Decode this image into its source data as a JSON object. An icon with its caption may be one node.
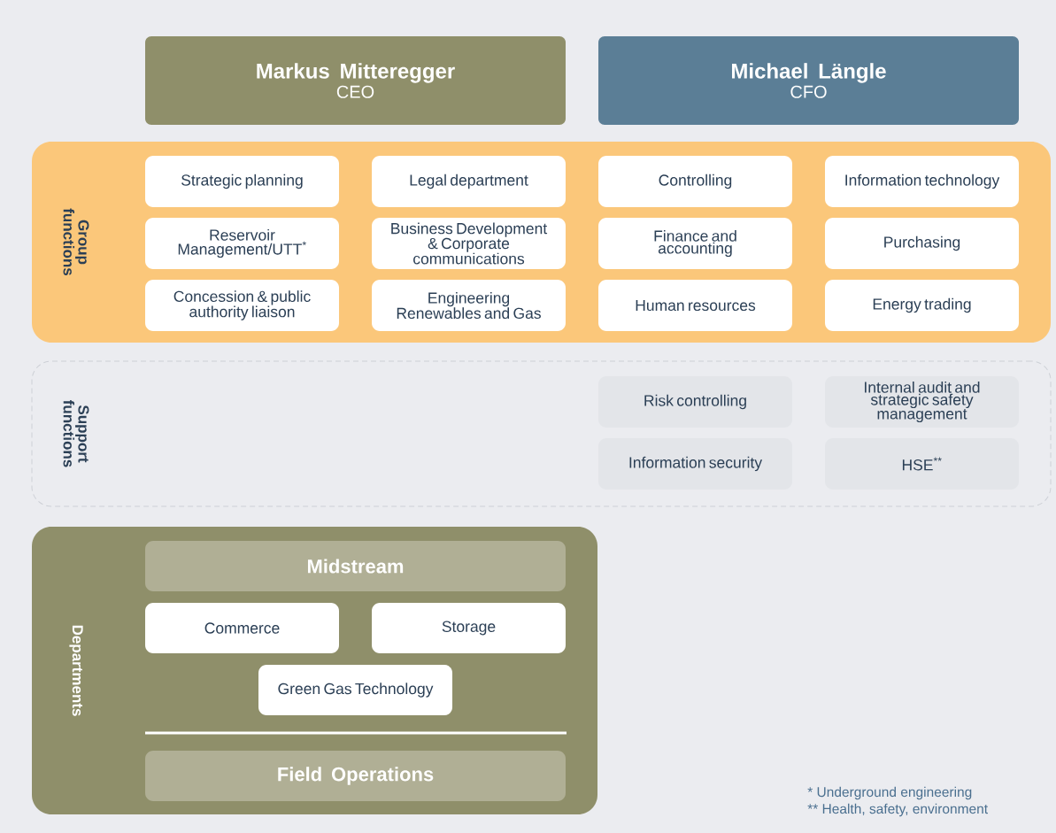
{
  "diagram": {
    "nodes": [
      {
        "text": [
          "Markus Mitteregger",
          "CEO"
        ]
      },
      {
        "text": [
          "Michael Längle",
          "CFO"
        ]
      },
      {
        "text": [
          "Group functions"
        ]
      },
      {
        "text": [
          "Strategic planning"
        ],
        "in": 2
      },
      {
        "text": [
          "Legal department"
        ],
        "in": 2
      },
      {
        "text": [
          "Controlling"
        ],
        "in": 2
      },
      {
        "text": [
          "Information technology"
        ],
        "in": 2
      },
      {
        "text": [
          "Reservoir Management/UTT$^{*}$"
        ],
        "in": 2
      },
      {
        "text": [
          "Business Development & Corporate communications"
        ],
        "in": 2
      },
      {
        "text": [
          "Finance and accounting"
        ],
        "in": 2
      },
      {
        "text": [
          "Purchasing"
        ],
        "in": 2
      },
      {
        "text": [
          "Concession & public authority liaison"
        ],
        "in": 2
      },
      {
        "text": [
          "Engineering Renewables and Gas"
        ],
        "in": 2
      },
      {
        "text": [
          "Human resources"
        ],
        "in": 2
      },
      {
        "text": [
          "Energy trading"
        ],
        "in": 2
      },
      {
        "text": [
          "Support functions"
        ]
      },
      {
        "text": [
          "Risk controlling"
        ],
        "in": 15
      },
      {
        "text": [
          "Internal audit and strategic safety management"
        ],
        "in": 15
      },
      {
        "text": [
          "Information security"
        ],
        "in": 15
      },
      {
        "text": [
          "HSE$^{**}$"
        ],
        "in": 15
      },
      {
        "text": [
          "Departments"
        ]
      },
      {
        "text": [
          "Midstream"
        ],
        "in": 20
      },
      {
        "text": [
          "Commerce"
        ],
        "in": 20
      },
      {
        "text": [
          "Storage"
        ],
        "in": 20
      },
      {
        "text": [
          "Green Gas Technology"
        ],
        "in": 20
      },
      {
        "text": [
          "Field Operations"
        ],
        "in": 20
      }
    ],
    "labels": [
      "* Underground engineering",
      "** Health, safety, environment"
    ]
  }
}
